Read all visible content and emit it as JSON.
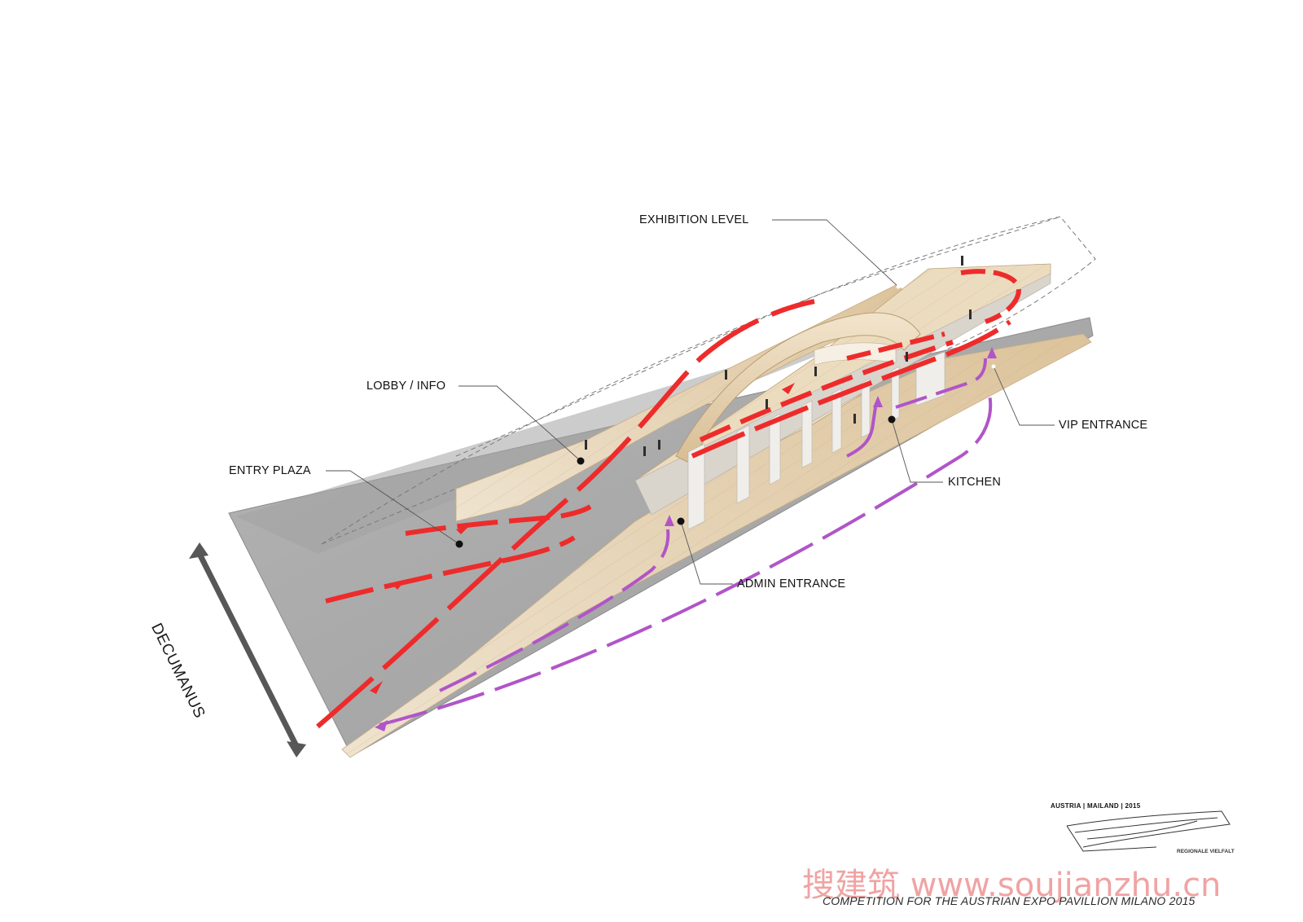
{
  "labels": {
    "exhibition_level": "EXHIBITION LEVEL",
    "lobby_info": "LOBBY / INFO",
    "entry_plaza": "ENTRY PLAZA",
    "vip_entrance": "VIP ENTRANCE",
    "kitchen": "KITCHEN",
    "admin_entrance": "ADMIN ENTRANCE",
    "decumanus": "DECUMANUS"
  },
  "logo": {
    "top_text": "AUSTRIA | MAILAND | 2015",
    "sub_text": "REGIONALE VIELFALT"
  },
  "watermark": "搜建筑 www.soujianzhu.cn",
  "footer_title": "COMPETITION FOR THE AUSTRIAN EXPO PAVILLION MILANO 2015",
  "colors": {
    "visitor_path": "#ee2b2b",
    "service_path": "#b055c8",
    "ground": "#a9a9a9",
    "deck_wood": "#e6d2b0",
    "slab_top": "#eadbc2",
    "watermark": "#f0a3a3"
  }
}
